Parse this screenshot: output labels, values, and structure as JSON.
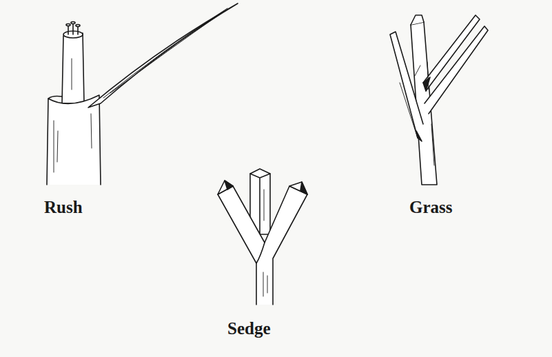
{
  "diagram": {
    "labels": [
      "Rush",
      "Sedge",
      "Grass"
    ]
  }
}
